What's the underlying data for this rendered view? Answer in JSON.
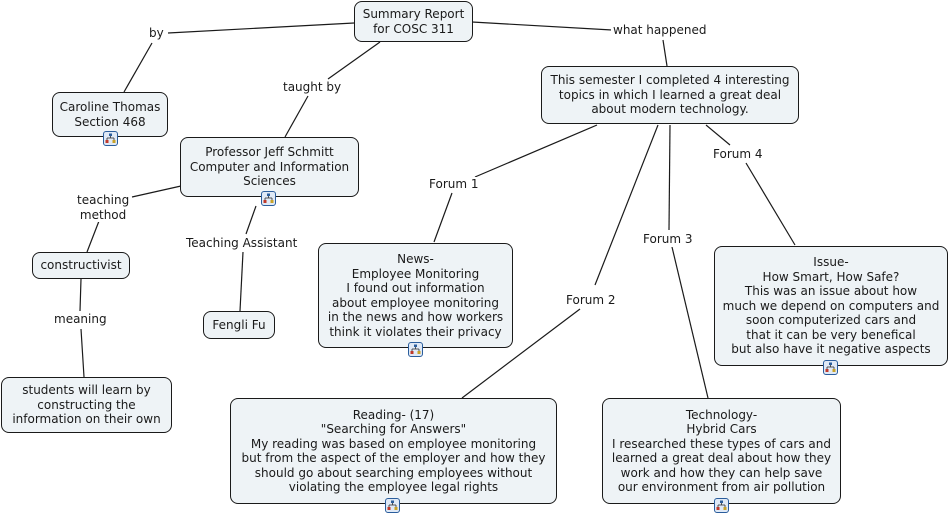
{
  "concept_map": {
    "nodes": {
      "root": "Summary Report\nfor COSC 311",
      "student": "Caroline Thomas\nSection 468",
      "professor": "Professor Jeff Schmitt\nComputer and Information\nSciences",
      "semester": "This semester I completed 4 interesting\ntopics in which I learned a great deal\nabout modern technology.",
      "constructivist": "constructivist",
      "ta": "Fengli Fu",
      "meaning_text": "students will learn by\nconstructing the\ninformation on their own",
      "news": "News-\nEmployee Monitoring\nI found out information\nabout employee monitoring\nin the news and how workers\nthink it violates their privacy",
      "issue": "Issue-\nHow Smart, How Safe?\nThis was an issue about how\nmuch we depend on computers and\nsoon computerized cars and\nthat it can be very benefical\nbut also have it negative aspects",
      "reading": "Reading-  (17)\n\"Searching for Answers\"\nMy reading was based on employee monitoring\nbut from the aspect of the employer and how they\nshould go about searching employees without\nviolating the employee legal rights",
      "technology": "Technology-\nHybrid Cars\nI researched these types of cars and\nlearned a great deal about how they\nwork and how they can help save\nour environment from air pollution"
    },
    "links": {
      "by": "by",
      "taught_by": "taught by",
      "what_happened": "what happened",
      "teaching_method": "teaching\nmethod",
      "teaching_assistant": "Teaching Assistant",
      "meaning": "meaning",
      "forum1": "Forum 1",
      "forum2": "Forum 2",
      "forum3": "Forum 3",
      "forum4": "Forum 4"
    },
    "icons": {
      "submap": "submap-icon"
    },
    "colors": {
      "node_fill": "#eef3f6",
      "node_border": "#1a1a1a",
      "submap_icon_border": "#2a5d9c"
    }
  }
}
